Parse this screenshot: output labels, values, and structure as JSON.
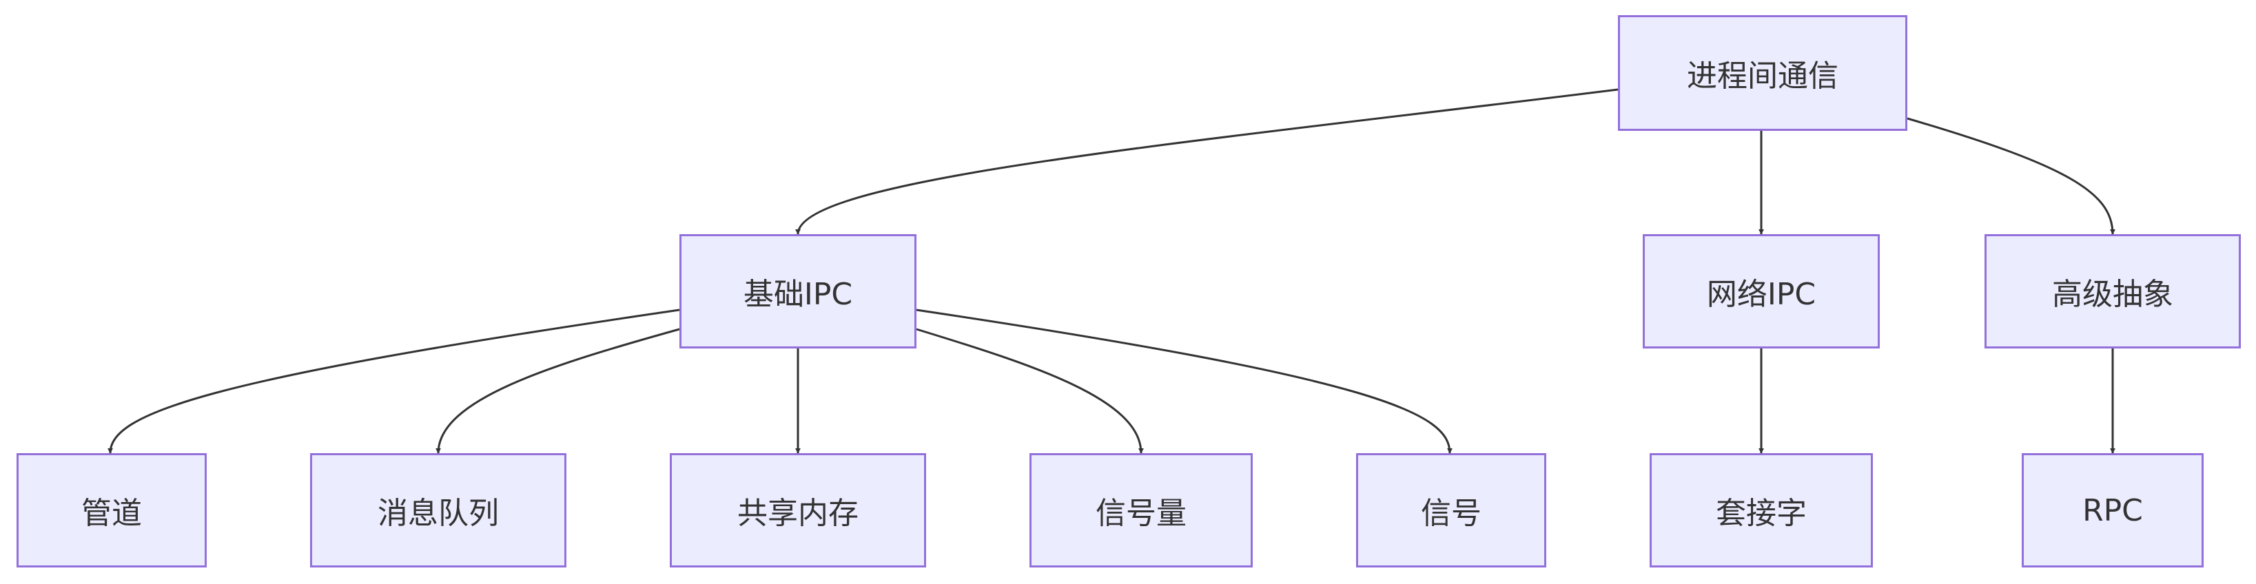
{
  "diagram": {
    "type": "flowchart-tree",
    "colors": {
      "node_fill": "#ececff",
      "node_border": "#9370db",
      "edge": "#333333",
      "text": "#333333"
    },
    "nodes": {
      "root": "进程间通信",
      "basic_ipc": "基础IPC",
      "network_ipc": "网络IPC",
      "high_level": "高级抽象",
      "pipe": "管道",
      "message_queue": "消息队列",
      "shared_memory": "共享内存",
      "semaphore": "信号量",
      "signal": "信号",
      "socket": "套接字",
      "rpc": "RPC"
    },
    "edges": [
      {
        "from": "root",
        "to": "basic_ipc"
      },
      {
        "from": "root",
        "to": "network_ipc"
      },
      {
        "from": "root",
        "to": "high_level"
      },
      {
        "from": "basic_ipc",
        "to": "pipe"
      },
      {
        "from": "basic_ipc",
        "to": "message_queue"
      },
      {
        "from": "basic_ipc",
        "to": "shared_memory"
      },
      {
        "from": "basic_ipc",
        "to": "semaphore"
      },
      {
        "from": "basic_ipc",
        "to": "signal"
      },
      {
        "from": "network_ipc",
        "to": "socket"
      },
      {
        "from": "high_level",
        "to": "rpc"
      }
    ]
  }
}
